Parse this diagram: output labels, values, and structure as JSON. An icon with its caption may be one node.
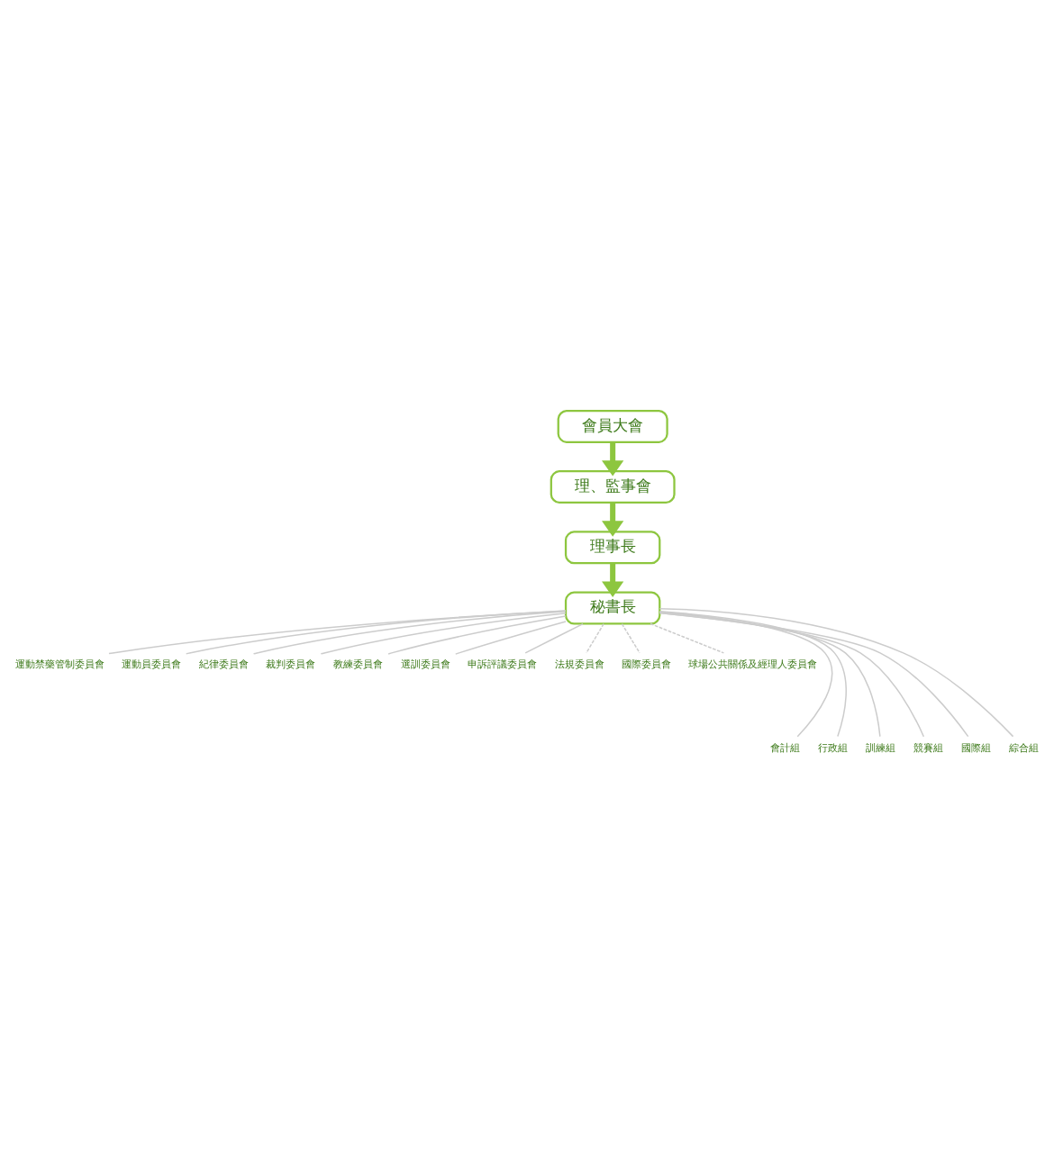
{
  "diagram": {
    "nodes": [
      {
        "text": [
          "會員大會"
        ]
      },
      {
        "text": [
          "理、監事會"
        ]
      },
      {
        "text": [
          "理事長"
        ]
      },
      {
        "text": [
          "秘書長"
        ]
      },
      {
        "text": [
          "運動禁藥管制委員會"
        ]
      },
      {
        "text": [
          "運動員委員會"
        ]
      },
      {
        "text": [
          "紀律委員會"
        ]
      },
      {
        "text": [
          "裁判委員會"
        ]
      },
      {
        "text": [
          "教練委員會"
        ]
      },
      {
        "text": [
          "選訓委員會"
        ]
      },
      {
        "text": [
          "申訴評議委員會"
        ]
      },
      {
        "text": [
          "法規委員會"
        ]
      },
      {
        "text": [
          "國際委員會"
        ]
      },
      {
        "text": [
          "球場公共關係及經理人委員會"
        ]
      },
      {
        "text": [
          "會計組"
        ]
      },
      {
        "text": [
          "行政組"
        ]
      },
      {
        "text": [
          "訓練組"
        ]
      },
      {
        "text": [
          "競賽組"
        ]
      },
      {
        "text": [
          "國際組"
        ]
      },
      {
        "text": [
          "綜合組"
        ]
      }
    ],
    "edges": [
      {
        "from": 0,
        "to": 1,
        "arrow": "to",
        "style": "thick",
        "color": "#8dc63f"
      },
      {
        "from": 1,
        "to": 2,
        "arrow": "to",
        "style": "thick",
        "color": "#8dc63f"
      },
      {
        "from": 2,
        "to": 3,
        "arrow": "to",
        "style": "thick",
        "color": "#8dc63f"
      },
      {
        "from": 3,
        "to": 4,
        "arrow": "none"
      },
      {
        "from": 3,
        "to": 5,
        "arrow": "none"
      },
      {
        "from": 3,
        "to": 6,
        "arrow": "none"
      },
      {
        "from": 3,
        "to": 7,
        "arrow": "none"
      },
      {
        "from": 3,
        "to": 8,
        "arrow": "none"
      },
      {
        "from": 3,
        "to": 9,
        "arrow": "none"
      },
      {
        "from": 3,
        "to": 10,
        "arrow": "none"
      },
      {
        "from": 3,
        "to": 11,
        "arrow": "none",
        "style": "dashed"
      },
      {
        "from": 3,
        "to": 12,
        "arrow": "none",
        "style": "dashed"
      },
      {
        "from": 3,
        "to": 13,
        "arrow": "none",
        "style": "dashed"
      },
      {
        "from": 3,
        "to": 14,
        "arrow": "none"
      },
      {
        "from": 3,
        "to": 15,
        "arrow": "none"
      },
      {
        "from": 3,
        "to": 16,
        "arrow": "none"
      },
      {
        "from": 3,
        "to": 17,
        "arrow": "none"
      },
      {
        "from": 3,
        "to": 18,
        "arrow": "none"
      },
      {
        "from": 3,
        "to": 19,
        "arrow": "none"
      }
    ]
  }
}
